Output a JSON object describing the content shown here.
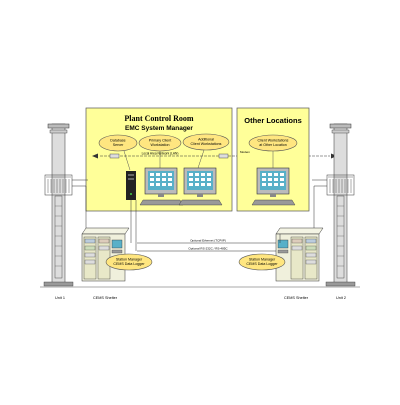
{
  "plant_room": {
    "title": "Plant Control Room",
    "subtitle": "EMC System Manager",
    "callouts": {
      "database_server": [
        "Database",
        "Server"
      ],
      "primary_client": [
        "Primary Client",
        "Workstation"
      ],
      "additional_client": [
        "Additional",
        "Client Workstations"
      ]
    },
    "lan_label": "Local Area Network (LAN)"
  },
  "other_locations": {
    "title": "Other Locations",
    "callout": [
      "Client Workstations",
      "at Other Location"
    ],
    "link_label": "Modem"
  },
  "network": {
    "optional_ethernet": "Optional Ethernet (TCP/IP)",
    "optional_serial": "Optional RS-232C / RS-485C"
  },
  "shelters": {
    "left": {
      "callout": [
        "Station Manager",
        "CEMS Data Logger"
      ],
      "label": "CEMS Shelter"
    },
    "right": {
      "callout": [
        "Station Manager",
        "CEMS Data Logger"
      ],
      "label": "CEMS Shelter"
    }
  },
  "units": {
    "left": "Unit 1",
    "right": "Unit 2"
  },
  "colors": {
    "room_fill": "#ffff99",
    "callout_fill": "#ffe680",
    "screen_fill": "#58b0c8",
    "rack_fill": "#e8e8c8"
  }
}
